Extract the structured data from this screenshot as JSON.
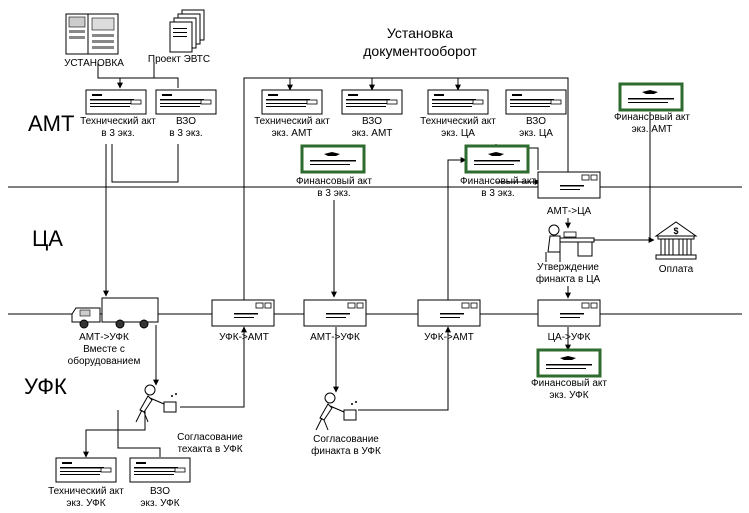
{
  "title": {
    "line1": "Установка",
    "line2": "документооборот"
  },
  "lanes": {
    "amt": "АМТ",
    "ca": "ЦА",
    "ufk": "УФК"
  },
  "labels": {
    "ustanovka": "УСТАНОВКА",
    "proekt_evts": "Проект ЭВТС",
    "tech_act_3_l1": "Технический акт",
    "tech_act_3_l2": "в 3 экз.",
    "vzo_3_l1": "ВЗО",
    "vzo_3_l2": "в 3 экз.",
    "tech_act_amt_l1": "Технический акт",
    "tech_act_amt_l2": "экз. АМТ",
    "vzo_amt_l1": "ВЗО",
    "vzo_amt_l2": "экз. АМТ",
    "tech_act_ca_l1": "Технический акт",
    "tech_act_ca_l2": "экз. ЦА",
    "vzo_ca_l1": "ВЗО",
    "vzo_ca_l2": "экз. ЦА",
    "fin_act_amt_l1": "Финансовый акт",
    "fin_act_amt_l2": "экз. АМТ",
    "fin_act_3a_l1": "Финансовый акт",
    "fin_act_3a_l2": "в 3 экз.",
    "fin_act_3b_l1": "Финансовый акт",
    "fin_act_3b_l2": "в 3 экз.",
    "amt_ca": "АМТ->ЦА",
    "approval_l1": "Утверждение",
    "approval_l2": "финакта в ЦА",
    "payment": "Оплата",
    "truck_l1": "АМТ->УФК",
    "truck_l2": "Вместе с",
    "truck_l3": "оборудованием",
    "ufk_amt_1": "УФК->АМТ",
    "amt_ufk": "АМТ->УФК",
    "ufk_amt_2": "УФК->АМТ",
    "ca_ufk": "ЦА->УФК",
    "fin_act_ufk_l1": "Финансовый акт",
    "fin_act_ufk_l2": "экз. УФК",
    "soglas_tech_l1": "Согласование",
    "soglas_tech_l2": "техакта в УФК",
    "soglas_fin_l1": "Согласование",
    "soglas_fin_l2": "финакта в УФК",
    "tech_act_ufk_l1": "Технический акт",
    "tech_act_ufk_l2": "экз. УФК",
    "vzo_ufk_l1": "ВЗО",
    "vzo_ufk_l2": "экз. УФК"
  },
  "colors": {
    "financial_border": "#2e6b2e",
    "line": "#000000"
  }
}
